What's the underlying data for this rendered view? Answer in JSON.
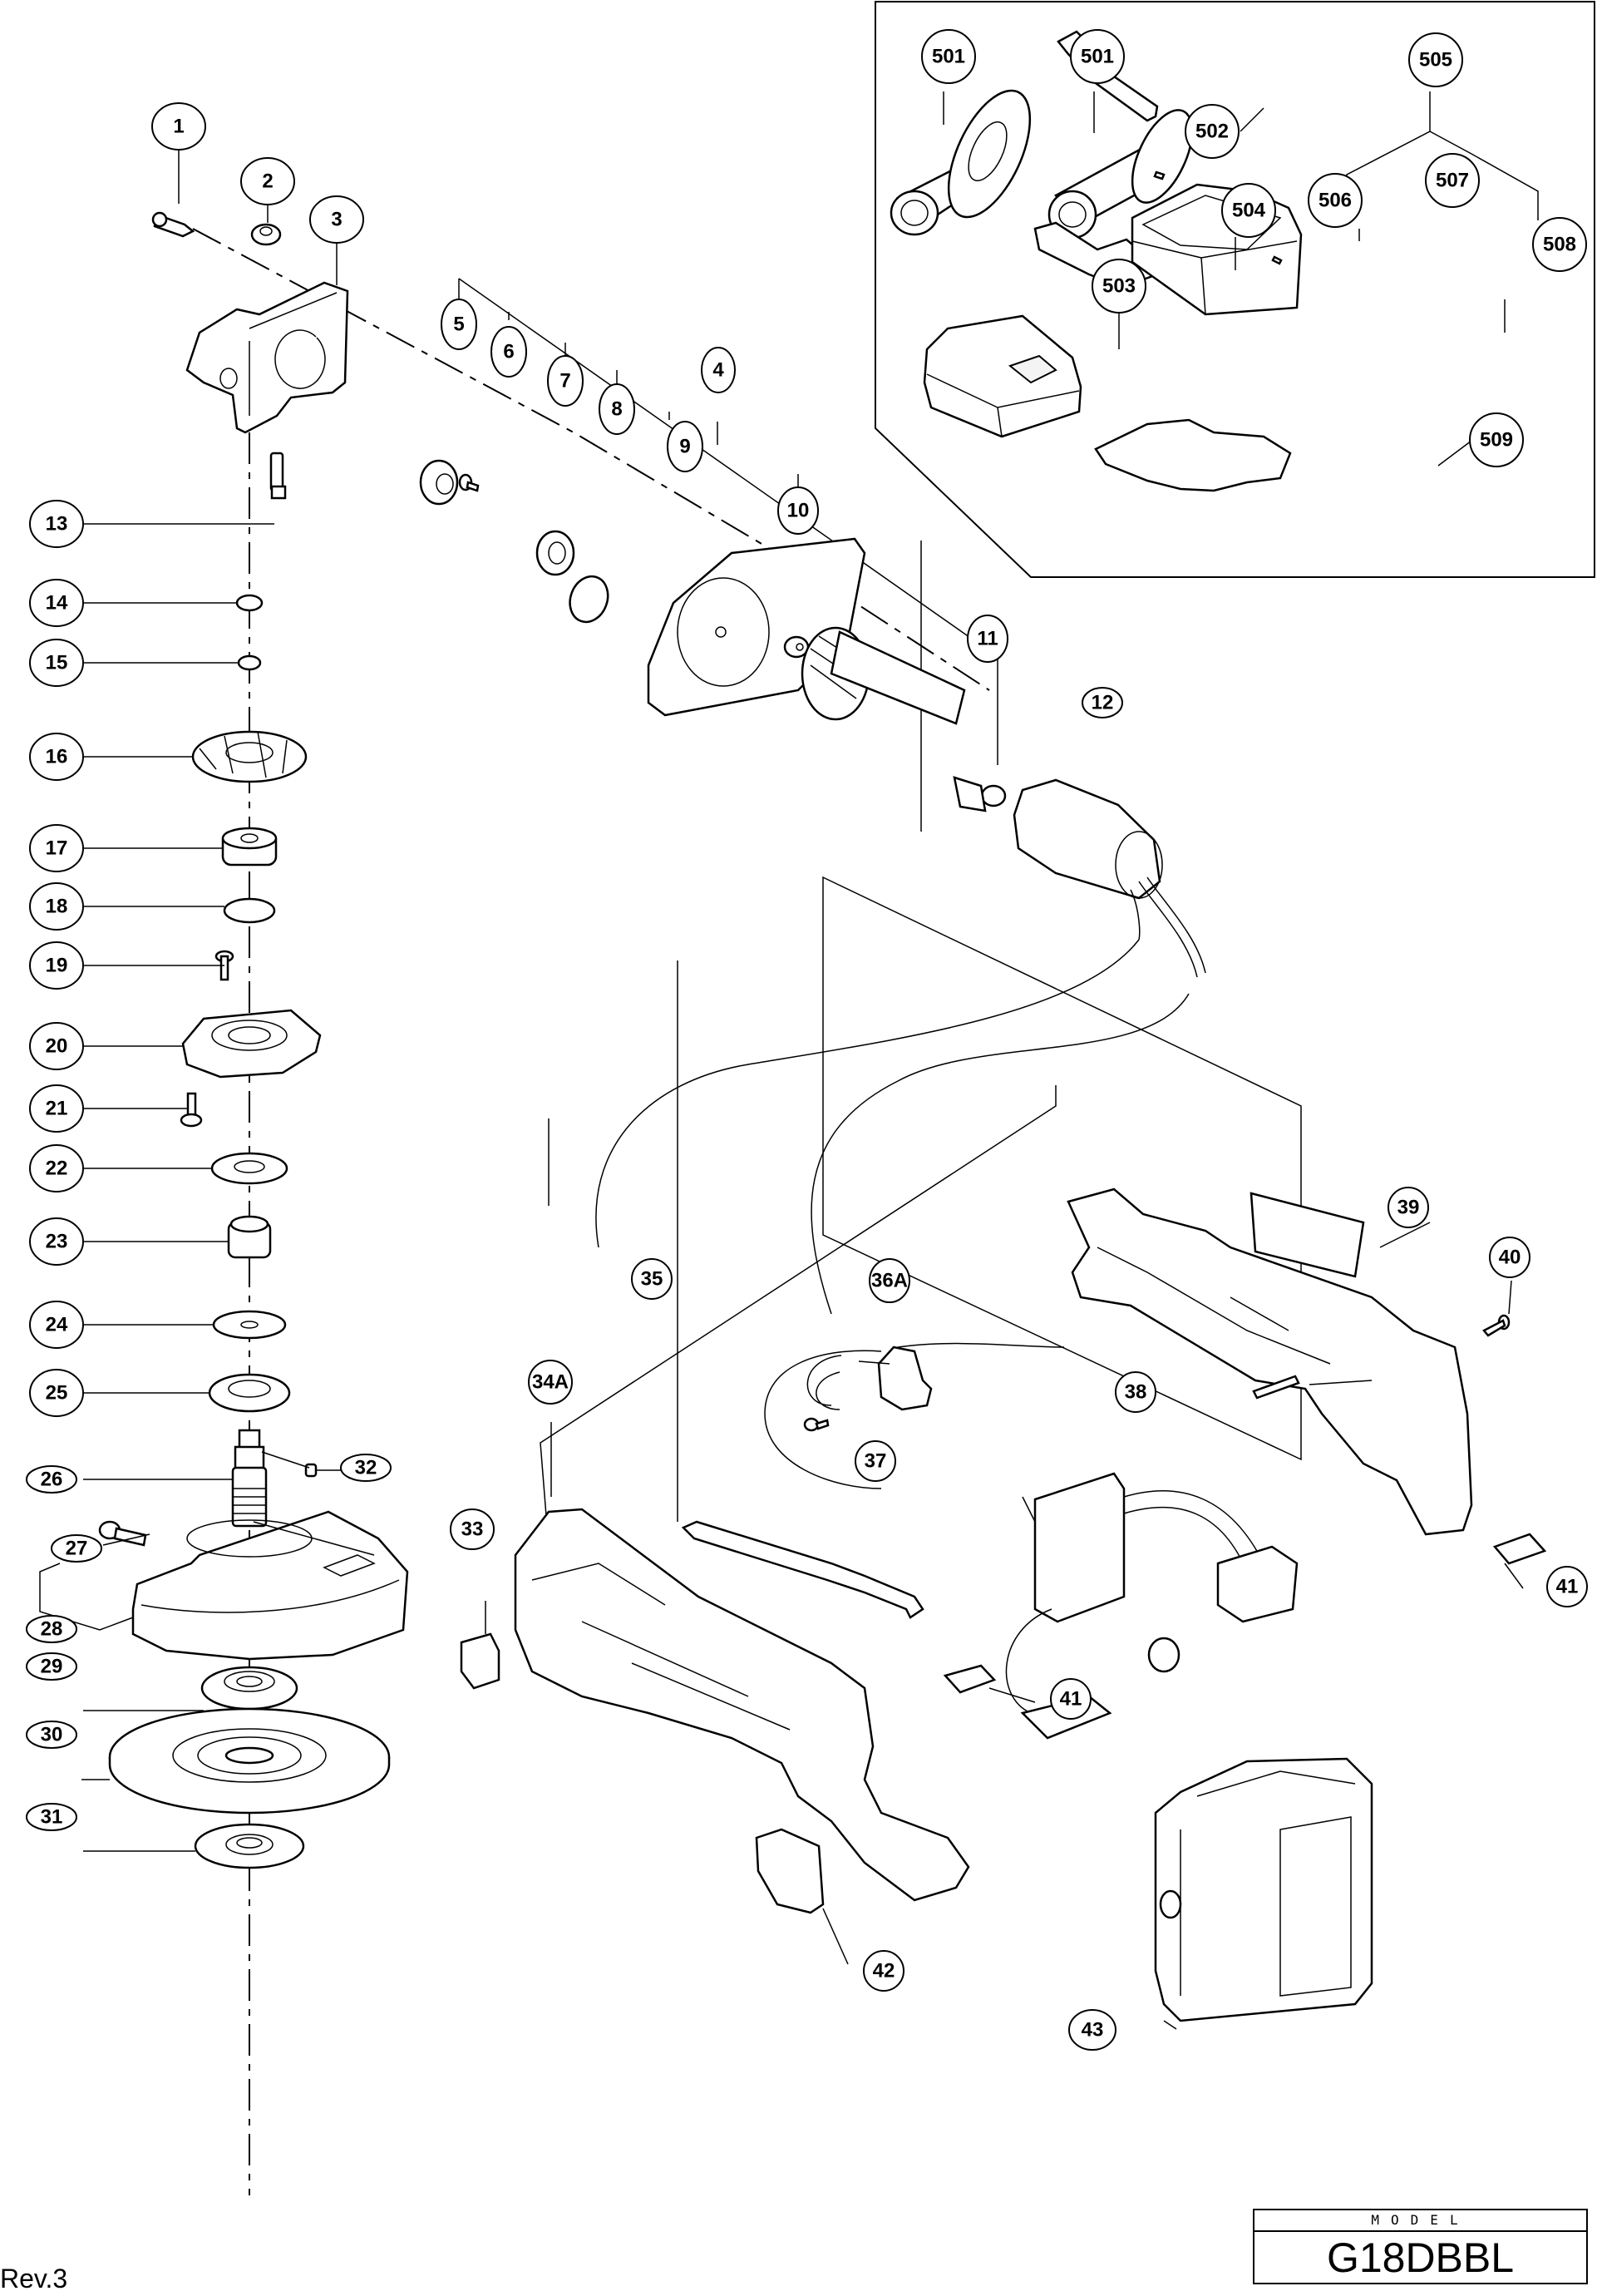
{
  "model_box": {
    "heading": "MODEL",
    "value": "G18DBBL"
  },
  "revision": "Rev.3",
  "callouts": {
    "c1": "1",
    "c2": "2",
    "c3": "3",
    "c4": "4",
    "c5": "5",
    "c6": "6",
    "c7": "7",
    "c8": "8",
    "c9": "9",
    "c10": "10",
    "c11": "11",
    "c12": "12",
    "c13": "13",
    "c14": "14",
    "c15": "15",
    "c16": "16",
    "c17": "17",
    "c18": "18",
    "c19": "19",
    "c20": "20",
    "c21": "21",
    "c22": "22",
    "c23": "23",
    "c24": "24",
    "c25": "25",
    "c26": "26",
    "c27": "27",
    "c28": "28",
    "c29": "29",
    "c30": "30",
    "c31": "31",
    "c32": "32",
    "c33": "33",
    "c34A": "34A",
    "c35": "35",
    "c36A": "36A",
    "c37": "37",
    "c38": "38",
    "c39": "39",
    "c40": "40",
    "c41a": "41",
    "c41b": "41",
    "c42": "42",
    "c43": "43",
    "c501a": "501",
    "c501b": "501",
    "c502": "502",
    "c503": "503",
    "c504": "504",
    "c505": "505",
    "c506": "506",
    "c507": "507",
    "c508": "508",
    "c509": "509"
  }
}
